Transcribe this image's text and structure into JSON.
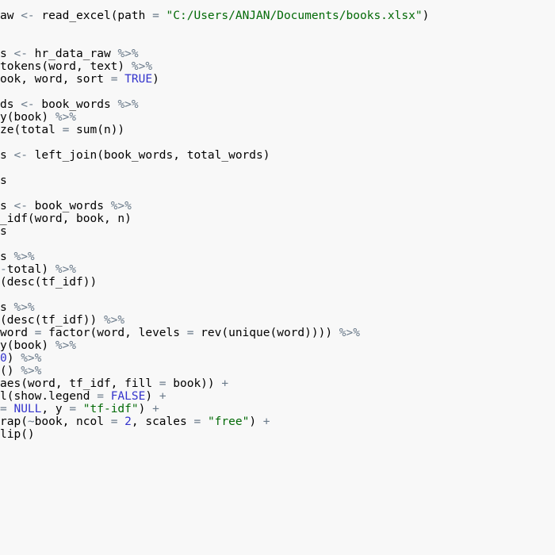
{
  "colors": {
    "background": "#f8f8f8",
    "identifier": "#000000",
    "operator": "#6a7a8a",
    "string": "#036a07",
    "constant": "#3333cc"
  },
  "code": {
    "lines": [
      [
        {
          "t": "id",
          "v": "aw "
        },
        {
          "t": "op",
          "v": "<-"
        },
        {
          "t": "id",
          "v": " read_excel(path "
        },
        {
          "t": "op",
          "v": "="
        },
        {
          "t": "id",
          "v": " "
        },
        {
          "t": "str",
          "v": "\"C:/Users/ANJAN/Documents/books.xlsx\""
        },
        {
          "t": "id",
          "v": ")"
        }
      ],
      [],
      [],
      [
        {
          "t": "id",
          "v": "s "
        },
        {
          "t": "op",
          "v": "<-"
        },
        {
          "t": "id",
          "v": " hr_data_raw "
        },
        {
          "t": "op",
          "v": "%>%"
        }
      ],
      [
        {
          "t": "id",
          "v": "tokens(word, text) "
        },
        {
          "t": "op",
          "v": "%>%"
        }
      ],
      [
        {
          "t": "id",
          "v": "ook, word, sort "
        },
        {
          "t": "op",
          "v": "="
        },
        {
          "t": "id",
          "v": " "
        },
        {
          "t": "const",
          "v": "TRUE"
        },
        {
          "t": "id",
          "v": ")"
        }
      ],
      [],
      [
        {
          "t": "id",
          "v": "ds "
        },
        {
          "t": "op",
          "v": "<-"
        },
        {
          "t": "id",
          "v": " book_words "
        },
        {
          "t": "op",
          "v": "%>%"
        }
      ],
      [
        {
          "t": "id",
          "v": "y(book) "
        },
        {
          "t": "op",
          "v": "%>%"
        }
      ],
      [
        {
          "t": "id",
          "v": "ze(total "
        },
        {
          "t": "op",
          "v": "="
        },
        {
          "t": "id",
          "v": " sum(n))"
        }
      ],
      [],
      [
        {
          "t": "id",
          "v": "s "
        },
        {
          "t": "op",
          "v": "<-"
        },
        {
          "t": "id",
          "v": " left_join(book_words, total_words)"
        }
      ],
      [],
      [
        {
          "t": "id",
          "v": "s"
        }
      ],
      [],
      [
        {
          "t": "id",
          "v": "s "
        },
        {
          "t": "op",
          "v": "<-"
        },
        {
          "t": "id",
          "v": " book_words "
        },
        {
          "t": "op",
          "v": "%>%"
        }
      ],
      [
        {
          "t": "id",
          "v": "_idf(word, book, n)"
        }
      ],
      [
        {
          "t": "id",
          "v": "s"
        }
      ],
      [],
      [
        {
          "t": "id",
          "v": "s "
        },
        {
          "t": "op",
          "v": "%>%"
        }
      ],
      [
        {
          "t": "op",
          "v": "-"
        },
        {
          "t": "id",
          "v": "total) "
        },
        {
          "t": "op",
          "v": "%>%"
        }
      ],
      [
        {
          "t": "id",
          "v": "(desc(tf_idf))"
        }
      ],
      [],
      [
        {
          "t": "id",
          "v": "s "
        },
        {
          "t": "op",
          "v": "%>%"
        }
      ],
      [
        {
          "t": "id",
          "v": "(desc(tf_idf)) "
        },
        {
          "t": "op",
          "v": "%>%"
        }
      ],
      [
        {
          "t": "id",
          "v": "word "
        },
        {
          "t": "op",
          "v": "="
        },
        {
          "t": "id",
          "v": " factor(word, levels "
        },
        {
          "t": "op",
          "v": "="
        },
        {
          "t": "id",
          "v": " rev(unique(word)))) "
        },
        {
          "t": "op",
          "v": "%>%"
        }
      ],
      [
        {
          "t": "id",
          "v": "y(book) "
        },
        {
          "t": "op",
          "v": "%>%"
        }
      ],
      [
        {
          "t": "const",
          "v": "0"
        },
        {
          "t": "id",
          "v": ") "
        },
        {
          "t": "op",
          "v": "%>%"
        }
      ],
      [
        {
          "t": "id",
          "v": "() "
        },
        {
          "t": "op",
          "v": "%>%"
        }
      ],
      [
        {
          "t": "id",
          "v": "aes(word, tf_idf, fill "
        },
        {
          "t": "op",
          "v": "="
        },
        {
          "t": "id",
          "v": " book)) "
        },
        {
          "t": "op",
          "v": "+"
        }
      ],
      [
        {
          "t": "id",
          "v": "l(show.legend "
        },
        {
          "t": "op",
          "v": "="
        },
        {
          "t": "id",
          "v": " "
        },
        {
          "t": "const",
          "v": "FALSE"
        },
        {
          "t": "id",
          "v": ") "
        },
        {
          "t": "op",
          "v": "+"
        }
      ],
      [
        {
          "t": "op",
          "v": "="
        },
        {
          "t": "id",
          "v": " "
        },
        {
          "t": "const",
          "v": "NULL"
        },
        {
          "t": "id",
          "v": ", y "
        },
        {
          "t": "op",
          "v": "="
        },
        {
          "t": "id",
          "v": " "
        },
        {
          "t": "str",
          "v": "\"tf-idf\""
        },
        {
          "t": "id",
          "v": ") "
        },
        {
          "t": "op",
          "v": "+"
        }
      ],
      [
        {
          "t": "id",
          "v": "rap("
        },
        {
          "t": "op",
          "v": "~"
        },
        {
          "t": "id",
          "v": "book, ncol "
        },
        {
          "t": "op",
          "v": "="
        },
        {
          "t": "id",
          "v": " "
        },
        {
          "t": "const",
          "v": "2"
        },
        {
          "t": "id",
          "v": ", scales "
        },
        {
          "t": "op",
          "v": "="
        },
        {
          "t": "id",
          "v": " "
        },
        {
          "t": "str",
          "v": "\"free\""
        },
        {
          "t": "id",
          "v": ") "
        },
        {
          "t": "op",
          "v": "+"
        }
      ],
      [
        {
          "t": "id",
          "v": "lip()"
        }
      ]
    ]
  }
}
